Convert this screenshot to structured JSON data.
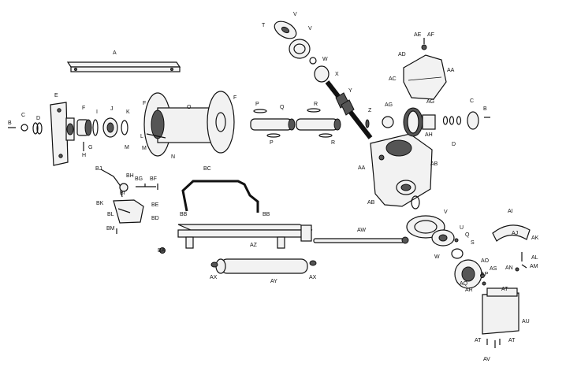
{
  "callouts": [
    {
      "id": "A",
      "text": "A"
    },
    {
      "id": "B1",
      "text": "B"
    },
    {
      "id": "C1",
      "text": "C"
    },
    {
      "id": "D1",
      "text": "D"
    },
    {
      "id": "E",
      "text": "E"
    },
    {
      "id": "F1",
      "text": "F"
    },
    {
      "id": "G",
      "text": "G"
    },
    {
      "id": "H",
      "text": "H"
    },
    {
      "id": "I",
      "text": "I"
    },
    {
      "id": "J",
      "text": "J"
    },
    {
      "id": "K",
      "text": "K"
    },
    {
      "id": "F2",
      "text": "F"
    },
    {
      "id": "O1",
      "text": "O"
    },
    {
      "id": "F3",
      "text": "F"
    },
    {
      "id": "L",
      "text": "L"
    },
    {
      "id": "M1",
      "text": "M"
    },
    {
      "id": "M2",
      "text": "M"
    },
    {
      "id": "N",
      "text": "N"
    },
    {
      "id": "P1",
      "text": "P"
    },
    {
      "id": "Q",
      "text": "Q"
    },
    {
      "id": "P2",
      "text": "P"
    },
    {
      "id": "R1",
      "text": "R"
    },
    {
      "id": "R2",
      "text": "R"
    },
    {
      "id": "T",
      "text": "T"
    },
    {
      "id": "V1",
      "text": "V"
    },
    {
      "id": "V2",
      "text": "V"
    },
    {
      "id": "W1",
      "text": "W"
    },
    {
      "id": "X",
      "text": "X"
    },
    {
      "id": "Y",
      "text": "Y"
    },
    {
      "id": "Z",
      "text": "Z"
    },
    {
      "id": "AE",
      "text": "AE"
    },
    {
      "id": "AF",
      "text": "AF"
    },
    {
      "id": "AD",
      "text": "AD"
    },
    {
      "id": "AA1",
      "text": "AA"
    },
    {
      "id": "AC",
      "text": "AC"
    },
    {
      "id": "AG1",
      "text": "AG"
    },
    {
      "id": "AG2",
      "text": "AG"
    },
    {
      "id": "AH",
      "text": "AH"
    },
    {
      "id": "C2",
      "text": "C"
    },
    {
      "id": "B2",
      "text": "B"
    },
    {
      "id": "D2",
      "text": "D"
    },
    {
      "id": "AA2",
      "text": "AA"
    },
    {
      "id": "AB1",
      "text": "AB"
    },
    {
      "id": "AB2",
      "text": "AB"
    },
    {
      "id": "V3",
      "text": "V"
    },
    {
      "id": "U",
      "text": "U"
    },
    {
      "id": "Q2",
      "text": "Q"
    },
    {
      "id": "S",
      "text": "S"
    },
    {
      "id": "W2",
      "text": "W"
    },
    {
      "id": "AO",
      "text": "AO"
    },
    {
      "id": "AQ",
      "text": "AQ"
    },
    {
      "id": "AP",
      "text": "AP"
    },
    {
      "id": "AS",
      "text": "AS"
    },
    {
      "id": "AR",
      "text": "AR"
    },
    {
      "id": "AI",
      "text": "AI"
    },
    {
      "id": "AJ",
      "text": "AJ"
    },
    {
      "id": "AK",
      "text": "AK"
    },
    {
      "id": "AL",
      "text": "AL"
    },
    {
      "id": "AN",
      "text": "AN"
    },
    {
      "id": "AM",
      "text": "AM"
    },
    {
      "id": "AT1",
      "text": "AT"
    },
    {
      "id": "AU",
      "text": "AU"
    },
    {
      "id": "AT2",
      "text": "AT"
    },
    {
      "id": "AT3",
      "text": "AT"
    },
    {
      "id": "AV",
      "text": "AV"
    },
    {
      "id": "BC",
      "text": "BC"
    },
    {
      "id": "BB1",
      "text": "BB"
    },
    {
      "id": "BB2",
      "text": "BB"
    },
    {
      "id": "AW",
      "text": "AW"
    },
    {
      "id": "BA",
      "text": "BA"
    },
    {
      "id": "AZ",
      "text": "AZ"
    },
    {
      "id": "AX1",
      "text": "AX"
    },
    {
      "id": "AY",
      "text": "AY"
    },
    {
      "id": "AX2",
      "text": "AX"
    },
    {
      "id": "BJ",
      "text": "BJ"
    },
    {
      "id": "BH",
      "text": "BH"
    },
    {
      "id": "BI",
      "text": "BI"
    },
    {
      "id": "BG",
      "text": "BG"
    },
    {
      "id": "BF",
      "text": "BF"
    },
    {
      "id": "BK",
      "text": "BK"
    },
    {
      "id": "BE",
      "text": "BE"
    },
    {
      "id": "BL",
      "text": "BL"
    },
    {
      "id": "BD",
      "text": "BD"
    },
    {
      "id": "BM",
      "text": "BM"
    }
  ]
}
